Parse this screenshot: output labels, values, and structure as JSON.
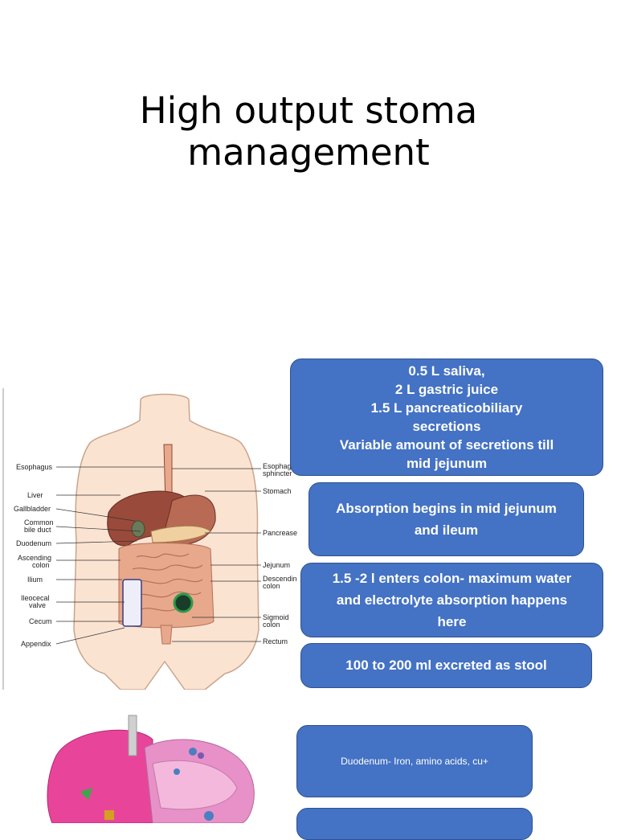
{
  "title": {
    "line1": "High output stoma",
    "line2": "management"
  },
  "boxes": {
    "secretions": {
      "line1": "0.5 L saliva,",
      "line2": "2 L gastric juice",
      "line3": "1.5 L pancreaticobiliary",
      "line4": "secretions",
      "line5": "Variable amount of secretions till",
      "line6": "mid jejunum"
    },
    "absorption": {
      "line1": "Absorption begins in mid jejunum",
      "line2": "and ileum"
    },
    "colon": {
      "line1": "1.5 -2 l enters colon- maximum water",
      "line2": "and electrolyte absorption happens",
      "line3": "here"
    },
    "stool": "100 to 200 ml excreted as stool",
    "duodenum": "Duodenum- Iron, amino acids, cu+"
  },
  "diagram": {
    "left_labels": [
      "Esophagus",
      "Liver",
      "Gallbladder",
      "Common",
      "bile duct",
      "Duodenum",
      "Ascending",
      "colon",
      "Ilium",
      "Ileocecal",
      "valve",
      "Cecum",
      "Appendix"
    ],
    "right_labels": [
      "Esophageal",
      "sphincter",
      "Stomach",
      "Pancrease",
      "Jejunum",
      "Descending",
      "colon",
      "Sigmoid",
      "colon",
      "Rectum"
    ]
  },
  "colors": {
    "box_fill": "#4472c4",
    "box_border": "#2f528f",
    "skin": "#fbe3d2",
    "liver": "#9a4a3a",
    "intestine": "#e8a88c",
    "stoma": "#1a3d2b"
  },
  "icons": {
    "stoma_marker": "stoma-circle-icon",
    "stoma_bag": "stoma-bag-icon"
  }
}
